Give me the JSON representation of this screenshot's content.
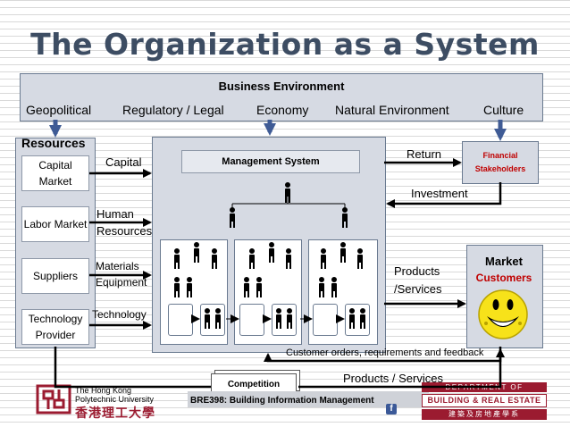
{
  "title": "The Organization as a System",
  "environment": {
    "title": "Business Environment",
    "items": [
      "Geopolitical",
      "Regulatory / Legal",
      "Economy",
      "Natural Environment",
      "Culture"
    ]
  },
  "resources": {
    "title": "Resources",
    "items": [
      {
        "label": "Capital Market",
        "flow": "Capital"
      },
      {
        "label": "Labor Market",
        "flow": "Human Resources"
      },
      {
        "label": "Suppliers",
        "flow": "Materials Equipment"
      },
      {
        "label": "Technology Provider",
        "flow": "Technology"
      }
    ]
  },
  "management": {
    "label": "Management System"
  },
  "financial": {
    "label": "Financial Stakeholders",
    "return_label": "Return",
    "investment_label": "Investment"
  },
  "market": {
    "title": "Market",
    "customers": "Customers"
  },
  "flows": {
    "products_services_right": "Products /Services",
    "feedback": "Customer orders, requirements and feedback",
    "products_services_bottom": "Products / Services"
  },
  "competition": "Competition",
  "footer": {
    "course": "BRE398: Building Information Management",
    "university_en_1": "The Hong Kong",
    "university_en_2": "Polytechnic University",
    "university_zh": "香港理工大學",
    "dept_1": "DEPARTMENT OF",
    "dept_2": "BUILDING & REAL ESTATE",
    "dept_3": "建築及房地產學系"
  },
  "colors": {
    "title": "#3d4d63",
    "box_fill": "#d6dae3",
    "accent_red": "#c00000",
    "polyu_red": "#9b1b30"
  }
}
